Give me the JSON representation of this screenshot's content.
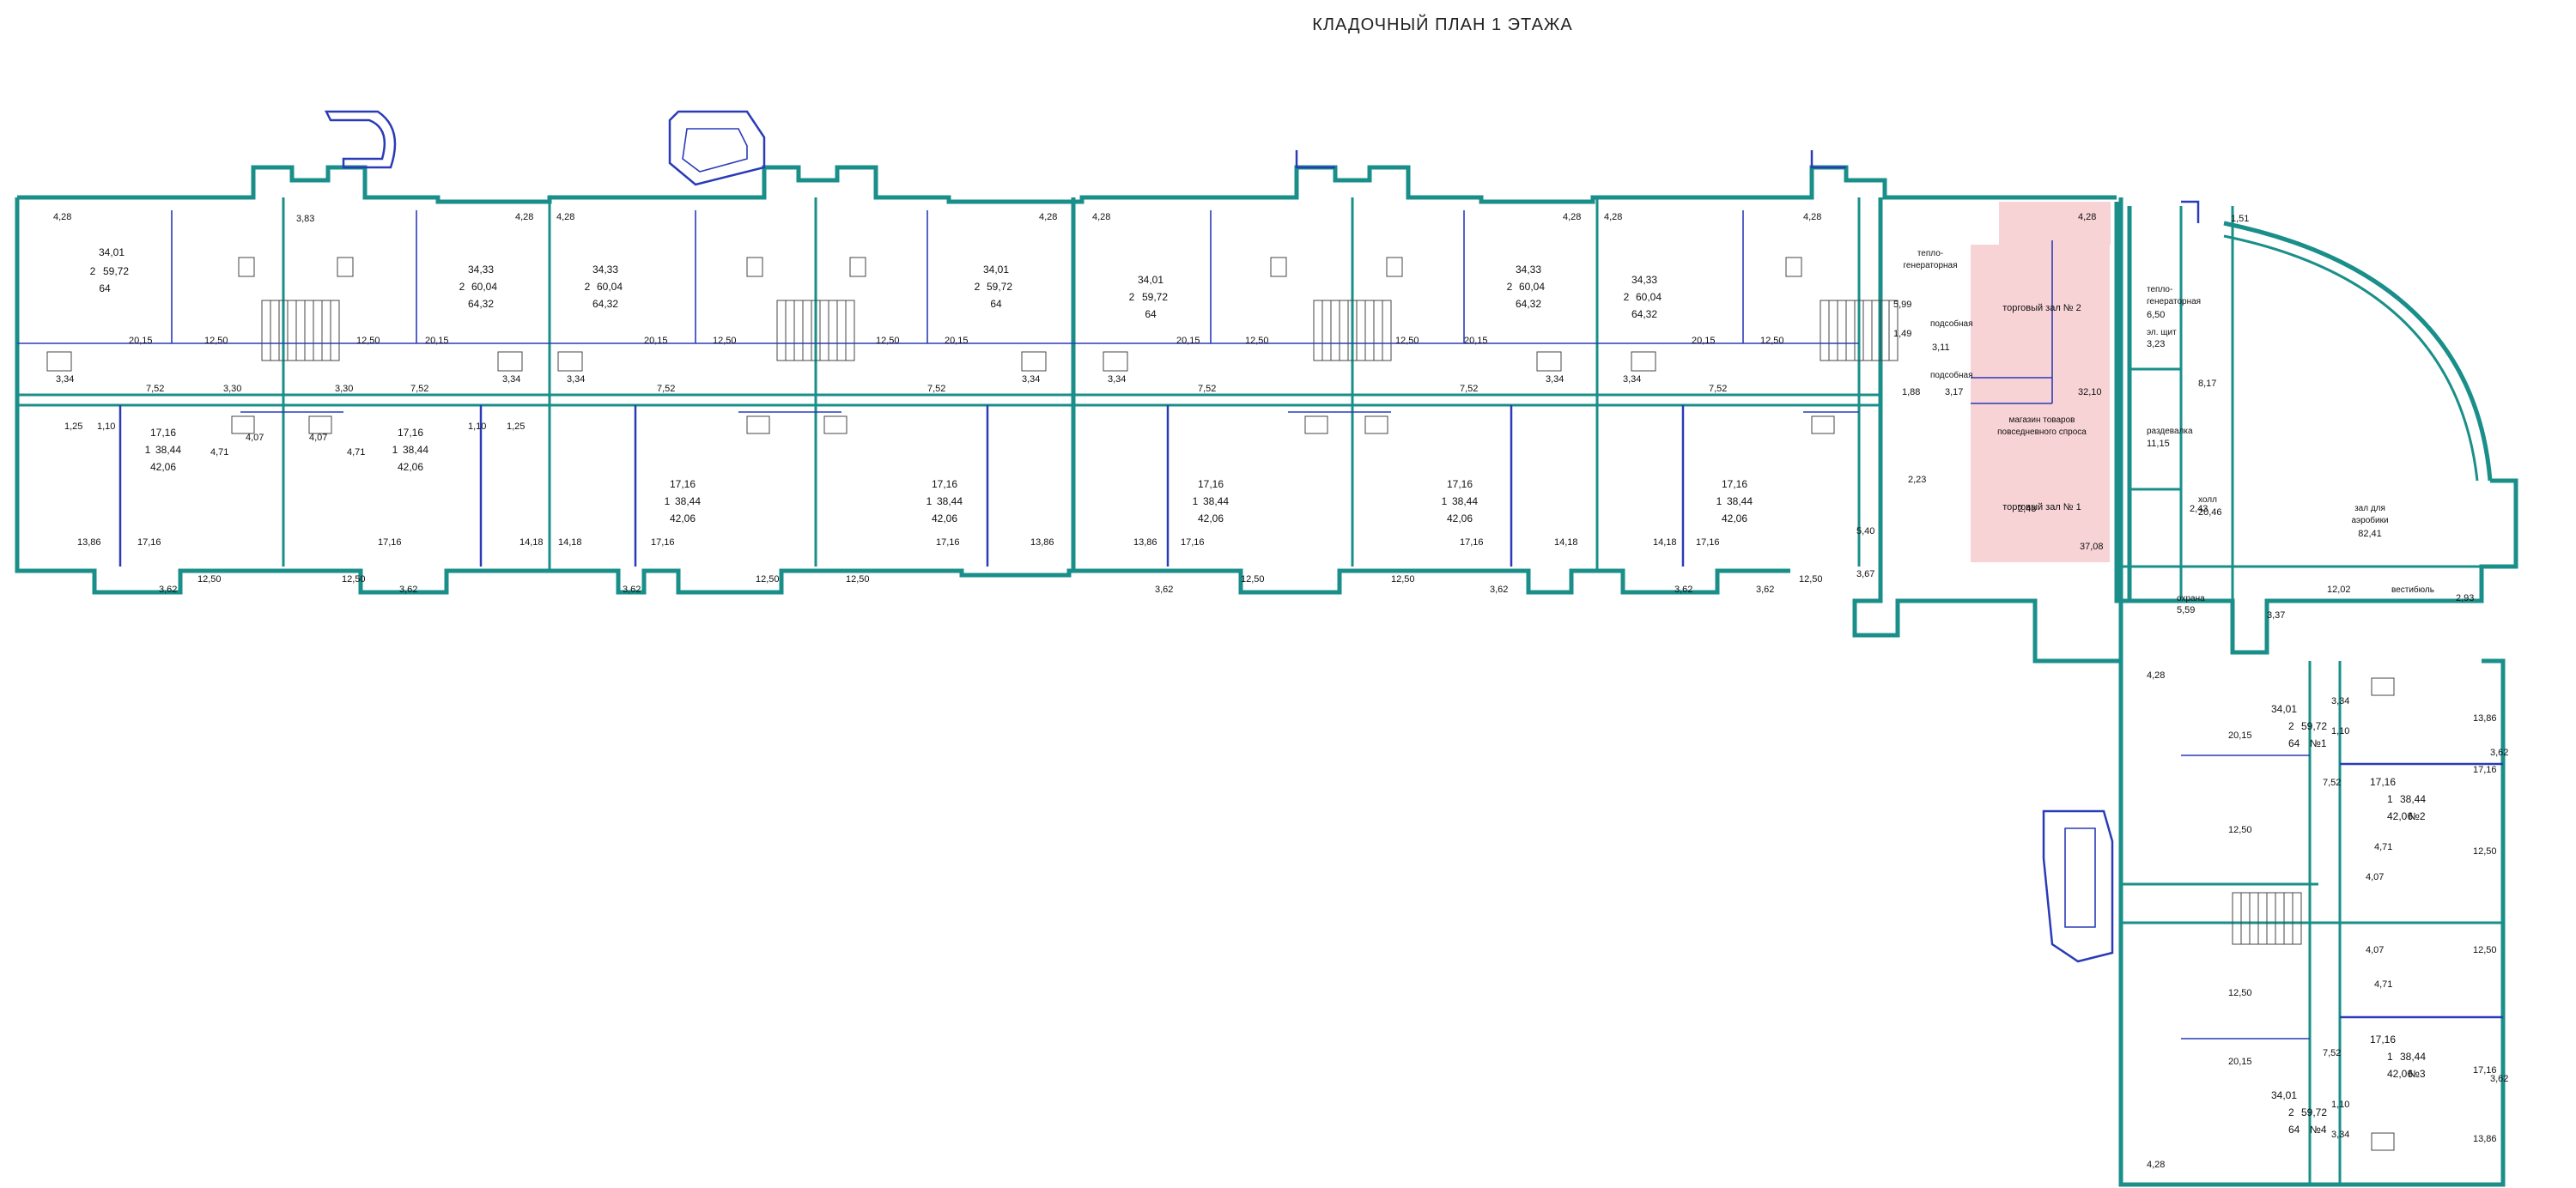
{
  "title": "КЛАДОЧНЫЙ ПЛАН 1 ЭТАЖА",
  "apartments": [
    {
      "id": "a1",
      "lines": [
        "34,01",
        "2",
        "59,72",
        "64"
      ]
    },
    {
      "id": "a2",
      "lines": [
        "34,33",
        "2",
        "60,04",
        "64,32"
      ]
    },
    {
      "id": "a3",
      "lines": [
        "34,33",
        "2",
        "60,04",
        "64,32"
      ]
    },
    {
      "id": "a4",
      "lines": [
        "34,01",
        "2",
        "59,72",
        "64"
      ]
    },
    {
      "id": "a5",
      "lines": [
        "34,01",
        "2",
        "59,72",
        "64"
      ]
    },
    {
      "id": "a6",
      "lines": [
        "34,33",
        "2",
        "60,04",
        "64,32"
      ]
    },
    {
      "id": "a7",
      "lines": [
        "34,33",
        "2",
        "60,04",
        "64,32"
      ]
    },
    {
      "id": "b1",
      "lines": [
        "17,16",
        "1",
        "38,44",
        "42,06"
      ]
    },
    {
      "id": "b2",
      "lines": [
        "17,16",
        "1",
        "38,44",
        "42,06"
      ]
    },
    {
      "id": "b3",
      "lines": [
        "17,16",
        "1",
        "38,44",
        "42,06"
      ]
    },
    {
      "id": "b4",
      "lines": [
        "17,16",
        "1",
        "38,44",
        "42,06"
      ]
    },
    {
      "id": "b5",
      "lines": [
        "17,16",
        "1",
        "38,44",
        "42,06"
      ]
    },
    {
      "id": "b6",
      "lines": [
        "17,16",
        "1",
        "38,44",
        "42,06"
      ]
    },
    {
      "id": "b7",
      "lines": [
        "17,16",
        "1",
        "38,44",
        "42,06"
      ]
    }
  ],
  "room_labels": [
    {
      "id": "r1",
      "text": "4,28"
    },
    {
      "id": "r2",
      "text": "3,83"
    },
    {
      "id": "r3",
      "text": "4,28"
    },
    {
      "id": "r4",
      "text": "4,28"
    },
    {
      "id": "r5",
      "text": "4,28"
    },
    {
      "id": "r6",
      "text": "4,28"
    },
    {
      "id": "r7",
      "text": "4,28"
    },
    {
      "id": "r8",
      "text": "4,28"
    },
    {
      "id": "r9",
      "text": "4,28"
    },
    {
      "id": "r10",
      "text": "4,28"
    },
    {
      "id": "r11",
      "text": "20,15"
    },
    {
      "id": "r12",
      "text": "12,50"
    },
    {
      "id": "r13",
      "text": "12,50"
    },
    {
      "id": "r14",
      "text": "20,15"
    },
    {
      "id": "r15",
      "text": "20,15"
    },
    {
      "id": "r16",
      "text": "12,50"
    },
    {
      "id": "r17",
      "text": "12,50"
    },
    {
      "id": "r18",
      "text": "20,15"
    },
    {
      "id": "r19",
      "text": "20,15"
    },
    {
      "id": "r20",
      "text": "12,50"
    },
    {
      "id": "r21",
      "text": "12,50"
    },
    {
      "id": "r22",
      "text": "20,15"
    },
    {
      "id": "r23",
      "text": "20,15"
    },
    {
      "id": "r24",
      "text": "12,50"
    },
    {
      "id": "r25",
      "text": "3,34"
    },
    {
      "id": "r26",
      "text": "7,52"
    },
    {
      "id": "r27",
      "text": "3,30"
    },
    {
      "id": "r28",
      "text": "3,30"
    },
    {
      "id": "r29",
      "text": "7,52"
    },
    {
      "id": "r30",
      "text": "3,34"
    },
    {
      "id": "r31",
      "text": "3,34"
    },
    {
      "id": "r32",
      "text": "7,52"
    },
    {
      "id": "r33",
      "text": "7,52"
    },
    {
      "id": "r34",
      "text": "3,34"
    },
    {
      "id": "r35",
      "text": "3,34"
    },
    {
      "id": "r36",
      "text": "7,52"
    },
    {
      "id": "r37",
      "text": "7,52"
    },
    {
      "id": "r38",
      "text": "3,34"
    },
    {
      "id": "r39",
      "text": "3,34"
    },
    {
      "id": "r40",
      "text": "7,52"
    },
    {
      "id": "r41",
      "text": "1,25"
    },
    {
      "id": "r42",
      "text": "1,10"
    },
    {
      "id": "r43",
      "text": "4,07"
    },
    {
      "id": "r44",
      "text": "4,07"
    },
    {
      "id": "r45",
      "text": "4,71"
    },
    {
      "id": "r46",
      "text": "4,71"
    },
    {
      "id": "r47",
      "text": "1,10"
    },
    {
      "id": "r48",
      "text": "1,25"
    },
    {
      "id": "r49",
      "text": "13,86"
    },
    {
      "id": "r50",
      "text": "17,16"
    },
    {
      "id": "r51",
      "text": "12,50"
    },
    {
      "id": "r52",
      "text": "12,50"
    },
    {
      "id": "r53",
      "text": "17,16"
    },
    {
      "id": "r54",
      "text": "14,18"
    },
    {
      "id": "r55",
      "text": "14,18"
    },
    {
      "id": "r56",
      "text": "17,16"
    },
    {
      "id": "r57",
      "text": "12,50"
    },
    {
      "id": "r58",
      "text": "12,50"
    },
    {
      "id": "r59",
      "text": "17,16"
    },
    {
      "id": "r60",
      "text": "13,86"
    },
    {
      "id": "r61",
      "text": "13,86"
    },
    {
      "id": "r62",
      "text": "17,16"
    },
    {
      "id": "r63",
      "text": "12,50"
    },
    {
      "id": "r64",
      "text": "12,50"
    },
    {
      "id": "r65",
      "text": "17,16"
    },
    {
      "id": "r66",
      "text": "14,18"
    },
    {
      "id": "r67",
      "text": "14,18"
    },
    {
      "id": "r68",
      "text": "17,16"
    },
    {
      "id": "r69",
      "text": "12,50"
    },
    {
      "id": "r70",
      "text": "3,62"
    },
    {
      "id": "r71",
      "text": "3,62"
    },
    {
      "id": "r72",
      "text": "3,62"
    },
    {
      "id": "r73",
      "text": "3,62"
    },
    {
      "id": "r74",
      "text": "3,62"
    },
    {
      "id": "r75",
      "text": "3,62"
    },
    {
      "id": "r76",
      "text": "3,62"
    },
    {
      "id": "r77",
      "text": "5,40"
    },
    {
      "id": "r78",
      "text": "3,67"
    },
    {
      "id": "r79",
      "text": "2,23"
    },
    {
      "id": "r80",
      "text": "тепло-"
    },
    {
      "id": "r81",
      "text": "генераторная"
    },
    {
      "id": "r82",
      "text": "5,99"
    },
    {
      "id": "r83",
      "text": "подсобная"
    },
    {
      "id": "r84",
      "text": "1,49"
    },
    {
      "id": "r85",
      "text": "3,11"
    },
    {
      "id": "r86",
      "text": "подсобная"
    },
    {
      "id": "r87",
      "text": "1,88"
    },
    {
      "id": "r88",
      "text": "3,17"
    },
    {
      "id": "r89",
      "text": "торговый зал № 2"
    },
    {
      "id": "r90",
      "text": "32,10"
    },
    {
      "id": "r91",
      "text": "магазин товаров"
    },
    {
      "id": "r92",
      "text": "повседневного спроса"
    },
    {
      "id": "r93",
      "text": "торговый зал № 1"
    },
    {
      "id": "r94",
      "text": "2,43"
    },
    {
      "id": "r95",
      "text": "37,08"
    },
    {
      "id": "r96",
      "text": "1,51"
    },
    {
      "id": "r97",
      "text": "тепло-"
    },
    {
      "id": "r98",
      "text": "генераторная"
    },
    {
      "id": "r99",
      "text": "6,50"
    },
    {
      "id": "r100",
      "text": "эл. щит"
    },
    {
      "id": "r101",
      "text": "3,23"
    },
    {
      "id": "r102",
      "text": "8,17"
    },
    {
      "id": "r103",
      "text": "раздевалка"
    },
    {
      "id": "r104",
      "text": "11,15"
    },
    {
      "id": "r105",
      "text": "холл"
    },
    {
      "id": "r106",
      "text": "20,46"
    },
    {
      "id": "r107",
      "text": "зал для"
    },
    {
      "id": "r108",
      "text": "аэробики"
    },
    {
      "id": "r109",
      "text": "82,41"
    },
    {
      "id": "r110",
      "text": "12,02"
    },
    {
      "id": "r111",
      "text": "вестибюль"
    },
    {
      "id": "r112",
      "text": "2,93"
    },
    {
      "id": "r113",
      "text": "охрана"
    },
    {
      "id": "r114",
      "text": "5,59"
    },
    {
      "id": "r115",
      "text": "3,37"
    },
    {
      "id": "r116",
      "text": "2,43"
    },
    {
      "id": "r117",
      "text": "34,01"
    },
    {
      "id": "r118",
      "text": "2"
    },
    {
      "id": "r119",
      "text": "59,72"
    },
    {
      "id": "r120",
      "text": "64"
    },
    {
      "id": "r121",
      "text": "№1"
    },
    {
      "id": "r122",
      "text": "17,16"
    },
    {
      "id": "r123",
      "text": "1"
    },
    {
      "id": "r124",
      "text": "38,44"
    },
    {
      "id": "r125",
      "text": "42,06"
    },
    {
      "id": "r126",
      "text": "№2"
    },
    {
      "id": "r127",
      "text": "17,16"
    },
    {
      "id": "r128",
      "text": "1"
    },
    {
      "id": "r129",
      "text": "38,44"
    },
    {
      "id": "r130",
      "text": "42,06"
    },
    {
      "id": "r131",
      "text": "№3"
    },
    {
      "id": "r132",
      "text": "34,01"
    },
    {
      "id": "r133",
      "text": "2"
    },
    {
      "id": "r134",
      "text": "59,72"
    },
    {
      "id": "r135",
      "text": "64"
    },
    {
      "id": "r136",
      "text": "№4"
    },
    {
      "id": "r137",
      "text": "13,86"
    },
    {
      "id": "r138",
      "text": "17,16"
    },
    {
      "id": "r139",
      "text": "3,62"
    },
    {
      "id": "r140",
      "text": "12,50"
    },
    {
      "id": "r141",
      "text": "12,50"
    },
    {
      "id": "r142",
      "text": "3,62"
    },
    {
      "id": "r143",
      "text": "17,16"
    },
    {
      "id": "r144",
      "text": "13,86"
    },
    {
      "id": "r145",
      "text": "20,15"
    },
    {
      "id": "r146",
      "text": "12,50"
    },
    {
      "id": "r147",
      "text": "12,50"
    },
    {
      "id": "r148",
      "text": "20,15"
    },
    {
      "id": "r149",
      "text": "3,34"
    },
    {
      "id": "r150",
      "text": "1,10"
    },
    {
      "id": "r151",
      "text": "7,52"
    },
    {
      "id": "r152",
      "text": "4,71"
    },
    {
      "id": "r153",
      "text": "4,07"
    },
    {
      "id": "r154",
      "text": "4,07"
    },
    {
      "id": "r155",
      "text": "4,71"
    },
    {
      "id": "r156",
      "text": "7,52"
    },
    {
      "id": "r157",
      "text": "1,10"
    },
    {
      "id": "r158",
      "text": "3,34"
    },
    {
      "id": "r159",
      "text": "4,28"
    },
    {
      "id": "r160",
      "text": "4,28"
    }
  ]
}
